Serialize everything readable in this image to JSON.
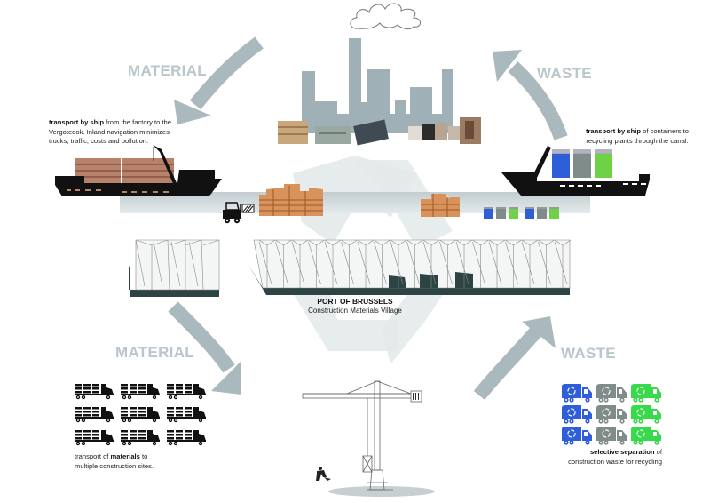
{
  "diagram": {
    "title": "PORT OF BRUSSELS",
    "subtitle": "Construction Materials Village",
    "flows": {
      "top_left": "MATERIAL",
      "top_right": "WASTE",
      "bottom_left": "MATERIAL",
      "bottom_right": "WASTE"
    },
    "captions": {
      "ship_in": {
        "bold": "transport by ship",
        "rest_line1": " from the factory to the",
        "line2": "Vergotedok. Inland navigation minimizes",
        "line3": "trucks, traffic, costs and pollution."
      },
      "ship_out": {
        "bold": "transport by ship",
        "rest_line1": " of containers to",
        "line2": "recycling plants through the canal."
      },
      "trucks": {
        "pre": "transport of ",
        "bold": "materials",
        "post": " to",
        "line2": "multiple construction sites."
      },
      "waste_trucks": {
        "bold": "selective separation",
        "post": " of",
        "line2": "construction waste for recycling"
      }
    },
    "colors": {
      "arrow": "#a9b9be",
      "factory": "#9fb0b6",
      "canal": "#c9d3d6",
      "warehouse_base": "#2c4444",
      "bin_blue": "#2f5fd8",
      "bin_grey": "#7f8c8a",
      "bin_green": "#38d94a",
      "ship": "#111111",
      "pallet": "#d9925a",
      "recycle_logo": "#dfe6e6"
    },
    "material_trucks": {
      "rows": 3,
      "cols": 3
    },
    "waste_trucks": {
      "rows": 3,
      "colors": [
        "bin_blue",
        "bin_grey",
        "bin_green"
      ]
    }
  }
}
